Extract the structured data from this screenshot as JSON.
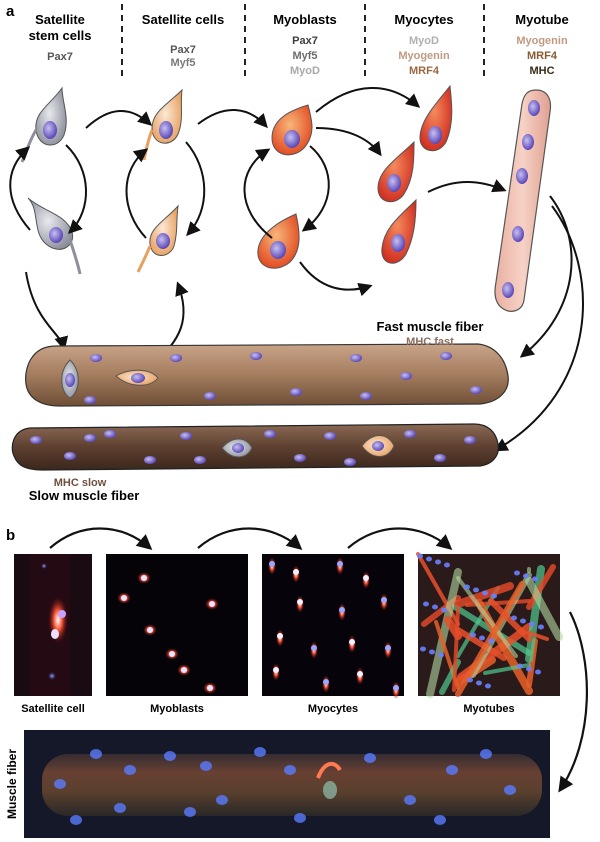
{
  "panel_a": {
    "letter": "a",
    "stages": [
      {
        "title_line1": "Satellite",
        "title_line2": "stem cells",
        "markers": [
          {
            "text": "Pax7",
            "color": "#555555"
          }
        ]
      },
      {
        "title_line1": "Satellite cells",
        "markers": [
          {
            "text": "Pax7",
            "color": "#555555"
          },
          {
            "text": "Myf5",
            "color": "#7a7a7a"
          }
        ]
      },
      {
        "title_line1": "Myoblasts",
        "markers": [
          {
            "text": "Pax7",
            "color": "#3c3c3c"
          },
          {
            "text": "Myf5",
            "color": "#6c6c6c"
          },
          {
            "text": "MyoD",
            "color": "#a8a8a8"
          }
        ]
      },
      {
        "title_line1": "Myocytes",
        "markers": [
          {
            "text": "MyoD",
            "color": "#b0b0b0"
          },
          {
            "text": "Myogenin",
            "color": "#c09a80"
          },
          {
            "text": "MRF4",
            "color": "#9a6840"
          }
        ]
      },
      {
        "title_line1": "Myotube",
        "markers": [
          {
            "text": "Myogenin",
            "color": "#c09a80"
          },
          {
            "text": "MRF4",
            "color": "#8a5a30"
          },
          {
            "text": "MHC",
            "color": "#3a2a1a"
          }
        ]
      }
    ],
    "fast_fiber": {
      "label": "Fast muscle fiber",
      "sublabel": "MHC fast"
    },
    "slow_fiber": {
      "label": "Slow muscle fiber",
      "sublabel": "MHC slow"
    },
    "colors": {
      "stem_cell": "#b9bcc4",
      "satellite_cell": "#f2c9a0",
      "myoblast": "#f0642a",
      "myocyte": "#e8402a",
      "myotube": "#f2c4b8",
      "nucleus": "#7766c8",
      "fast_fiber": "#a47c5e",
      "slow_fiber": "#5e4030"
    }
  },
  "panel_b": {
    "letter": "b",
    "images": [
      {
        "label": "Satellite cell"
      },
      {
        "label": "Myoblasts"
      },
      {
        "label": "Myocytes"
      },
      {
        "label": "Myotubes"
      }
    ],
    "fiber_label": "Muscle fiber"
  }
}
